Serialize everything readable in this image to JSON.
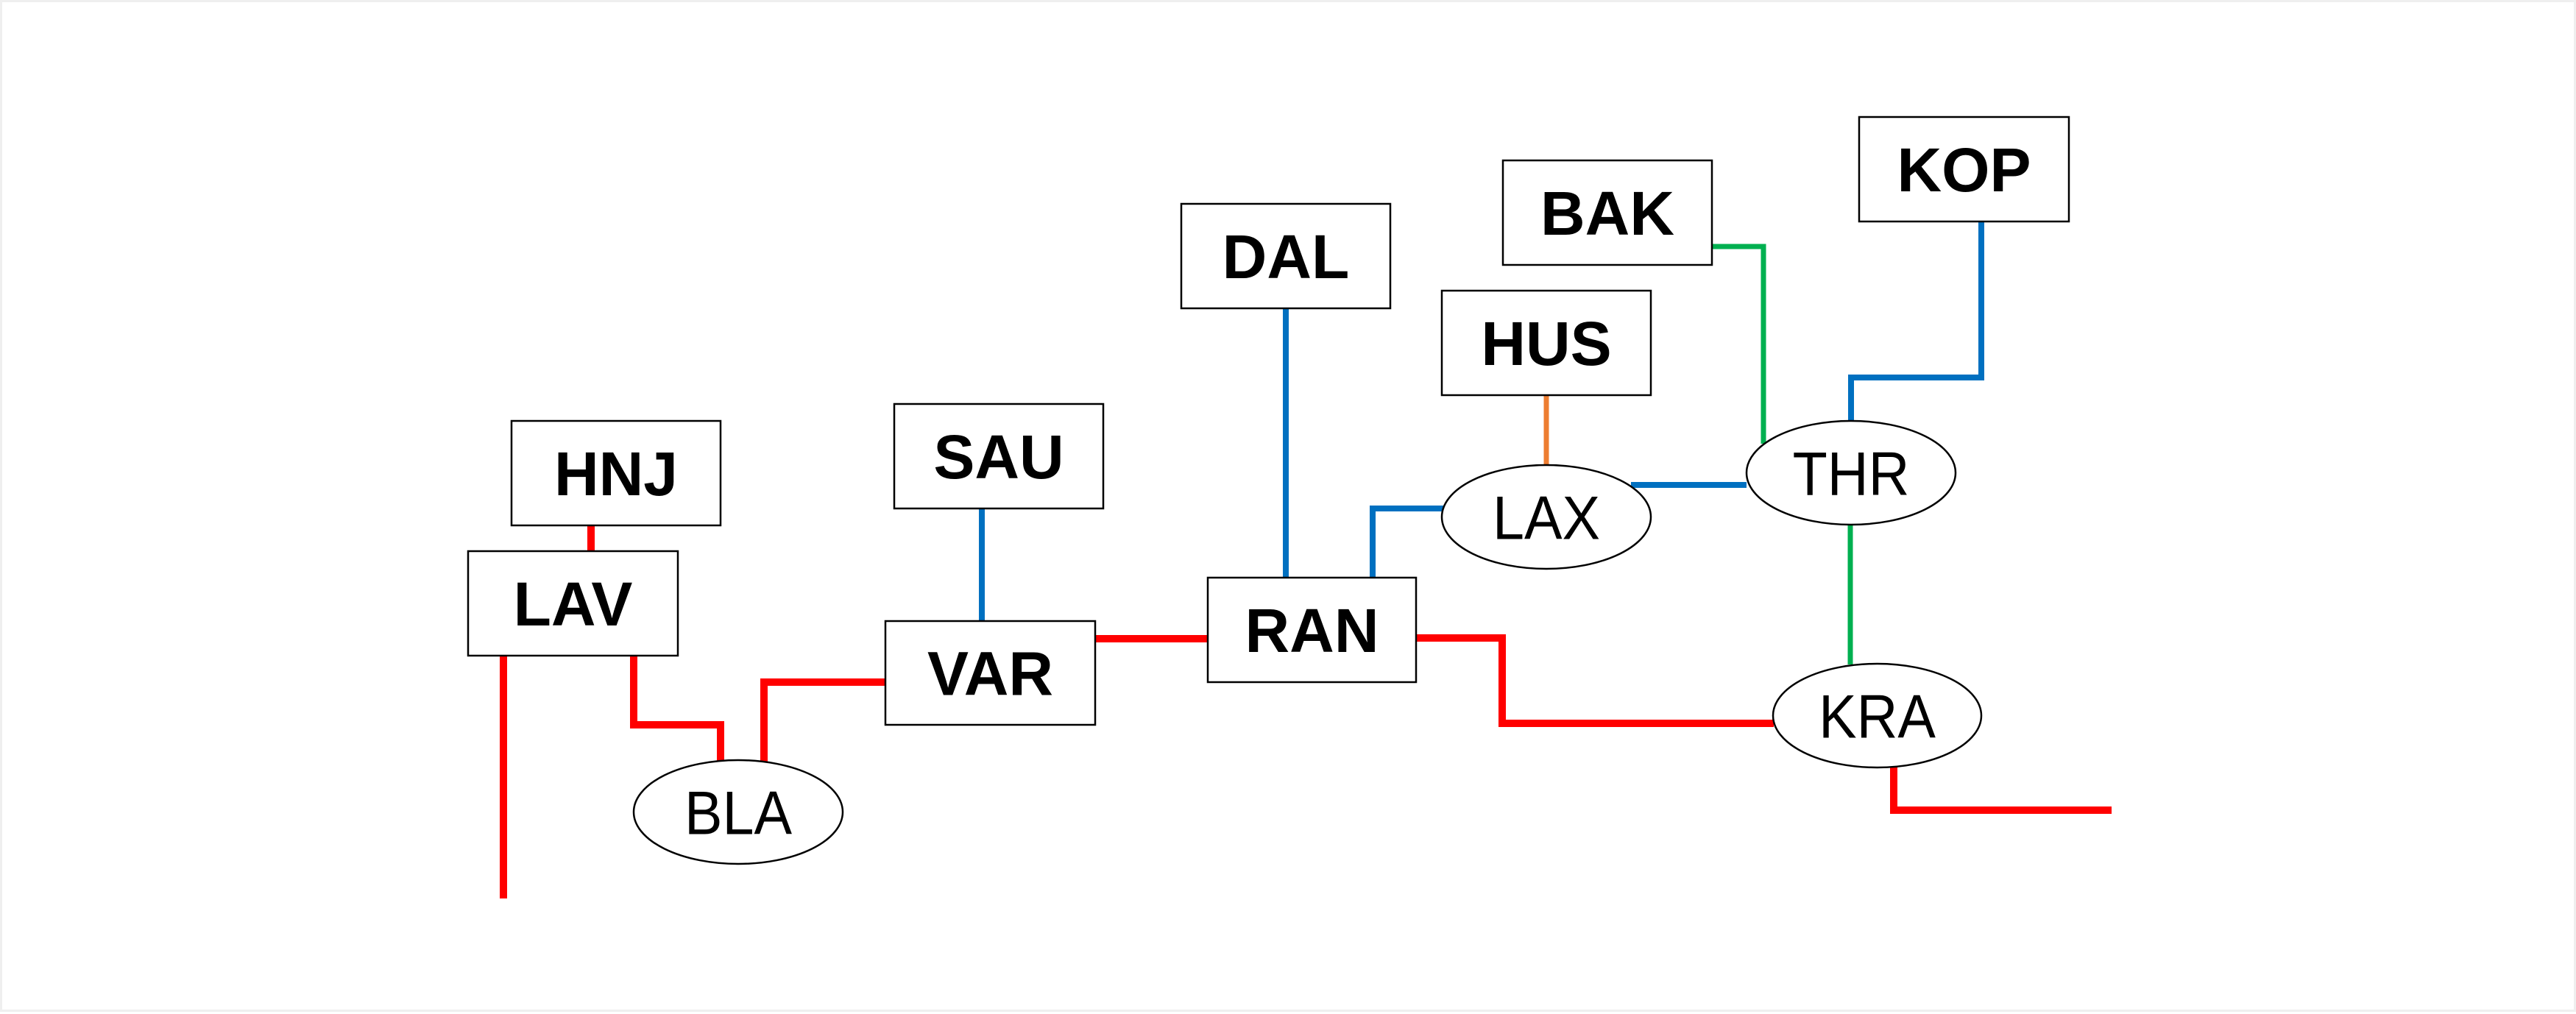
{
  "diagram": {
    "type": "network-map",
    "colors": {
      "red": "#FF0000",
      "blue": "#0070C0",
      "green": "#00B050",
      "orange": "#ED7D31"
    },
    "nodes": [
      {
        "id": "HNJ",
        "label": "HNJ",
        "shape": "rect"
      },
      {
        "id": "LAV",
        "label": "LAV",
        "shape": "rect"
      },
      {
        "id": "BLA",
        "label": "BLA",
        "shape": "ellipse"
      },
      {
        "id": "SAU",
        "label": "SAU",
        "shape": "rect"
      },
      {
        "id": "VAR",
        "label": "VAR",
        "shape": "rect"
      },
      {
        "id": "DAL",
        "label": "DAL",
        "shape": "rect"
      },
      {
        "id": "RAN",
        "label": "RAN",
        "shape": "rect"
      },
      {
        "id": "HUS",
        "label": "HUS",
        "shape": "rect"
      },
      {
        "id": "BAK",
        "label": "BAK",
        "shape": "rect"
      },
      {
        "id": "LAX",
        "label": "LAX",
        "shape": "ellipse"
      },
      {
        "id": "THR",
        "label": "THR",
        "shape": "ellipse"
      },
      {
        "id": "KOP",
        "label": "KOP",
        "shape": "rect"
      },
      {
        "id": "KRA",
        "label": "KRA",
        "shape": "ellipse"
      }
    ],
    "edges": [
      {
        "from": "HNJ",
        "to": "LAV",
        "color": "red"
      },
      {
        "from": "LAV",
        "to": "offpage-south",
        "color": "red"
      },
      {
        "from": "LAV",
        "to": "BLA",
        "color": "red"
      },
      {
        "from": "BLA",
        "to": "VAR",
        "color": "red"
      },
      {
        "from": "VAR",
        "to": "RAN",
        "color": "red"
      },
      {
        "from": "RAN",
        "to": "KRA",
        "color": "red"
      },
      {
        "from": "KRA",
        "to": "offpage-east",
        "color": "red"
      },
      {
        "from": "SAU",
        "to": "VAR",
        "color": "blue"
      },
      {
        "from": "DAL",
        "to": "RAN",
        "color": "blue"
      },
      {
        "from": "RAN",
        "to": "LAX",
        "color": "blue"
      },
      {
        "from": "LAX",
        "to": "THR",
        "color": "blue"
      },
      {
        "from": "KOP",
        "to": "THR",
        "color": "blue"
      },
      {
        "from": "HUS",
        "to": "LAX",
        "color": "orange"
      },
      {
        "from": "BAK",
        "to": "THR",
        "color": "green"
      },
      {
        "from": "THR",
        "to": "KRA",
        "color": "green"
      }
    ]
  }
}
